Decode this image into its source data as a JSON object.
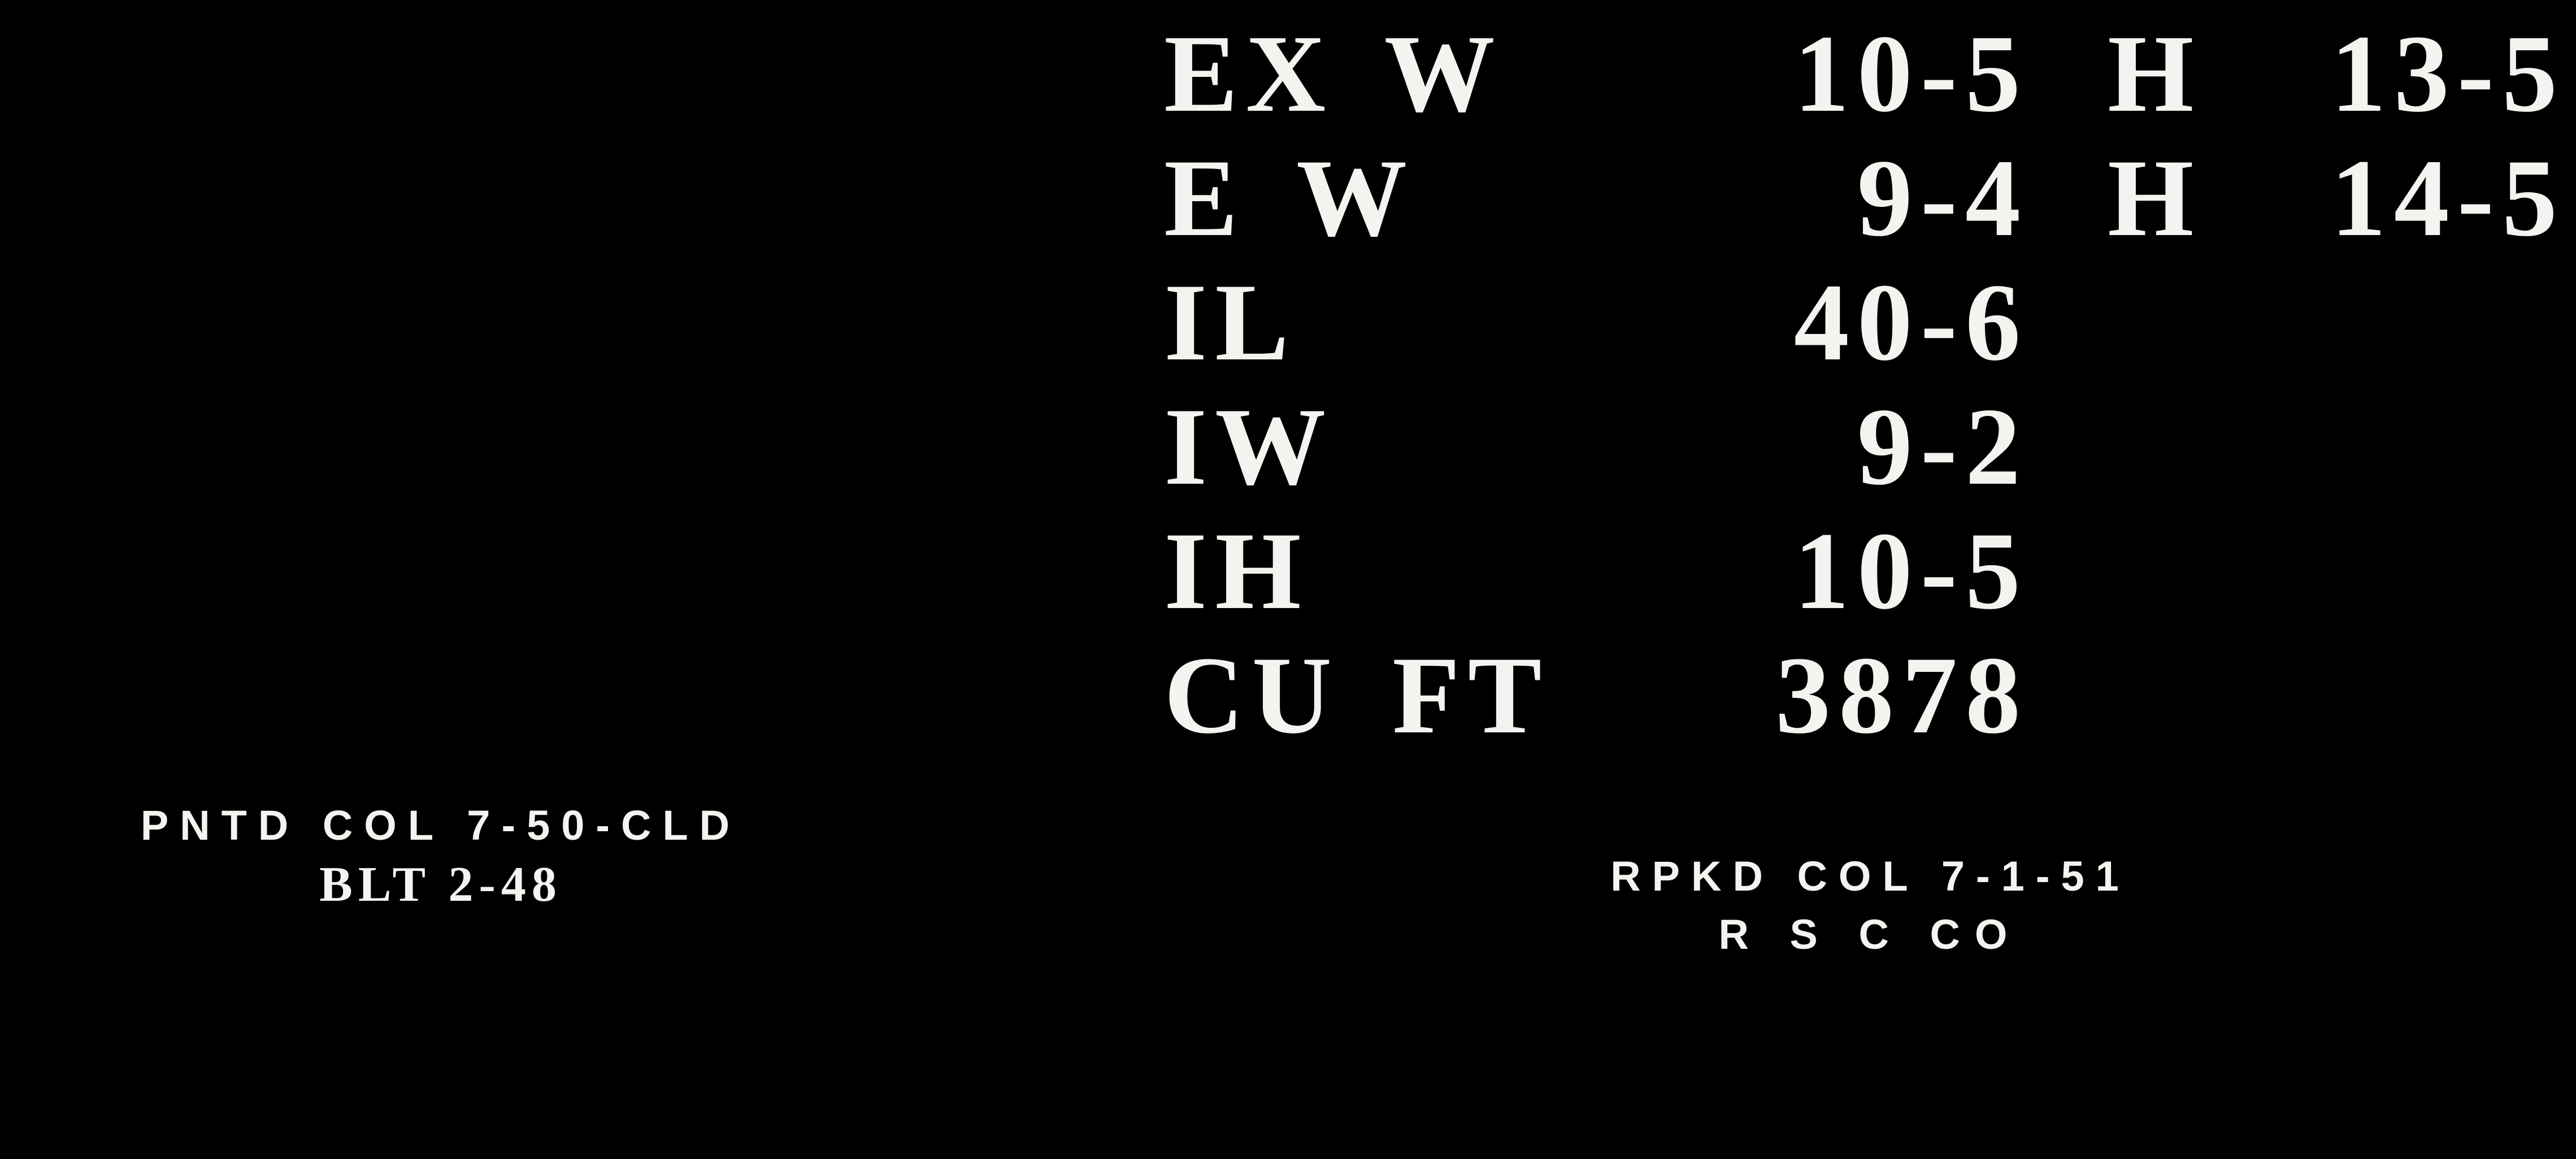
{
  "colors": {
    "background": "#000000",
    "lettering": "#f4f3ef"
  },
  "dimensional_data": {
    "rows": [
      {
        "label": "EX W",
        "value": "10-5",
        "h_label": "H",
        "h_value": "13-5"
      },
      {
        "label": "E W",
        "value": "9-4",
        "h_label": "H",
        "h_value": "14-5"
      },
      {
        "label": "IL",
        "value": "40-6",
        "h_label": "",
        "h_value": ""
      },
      {
        "label": "IW",
        "value": "9-2",
        "h_label": "",
        "h_value": ""
      },
      {
        "label": "IH",
        "value": "10-5",
        "h_label": "",
        "h_value": ""
      },
      {
        "label": "CU FT",
        "value": "3878",
        "h_label": "",
        "h_value": ""
      }
    ]
  },
  "stencils": {
    "painted_line": "PNTD COL 7-50-CLD",
    "built_line": "BLT 2-48",
    "repacked_line": "RPKD COL 7-1-51",
    "shop_line": "R S C CO"
  }
}
